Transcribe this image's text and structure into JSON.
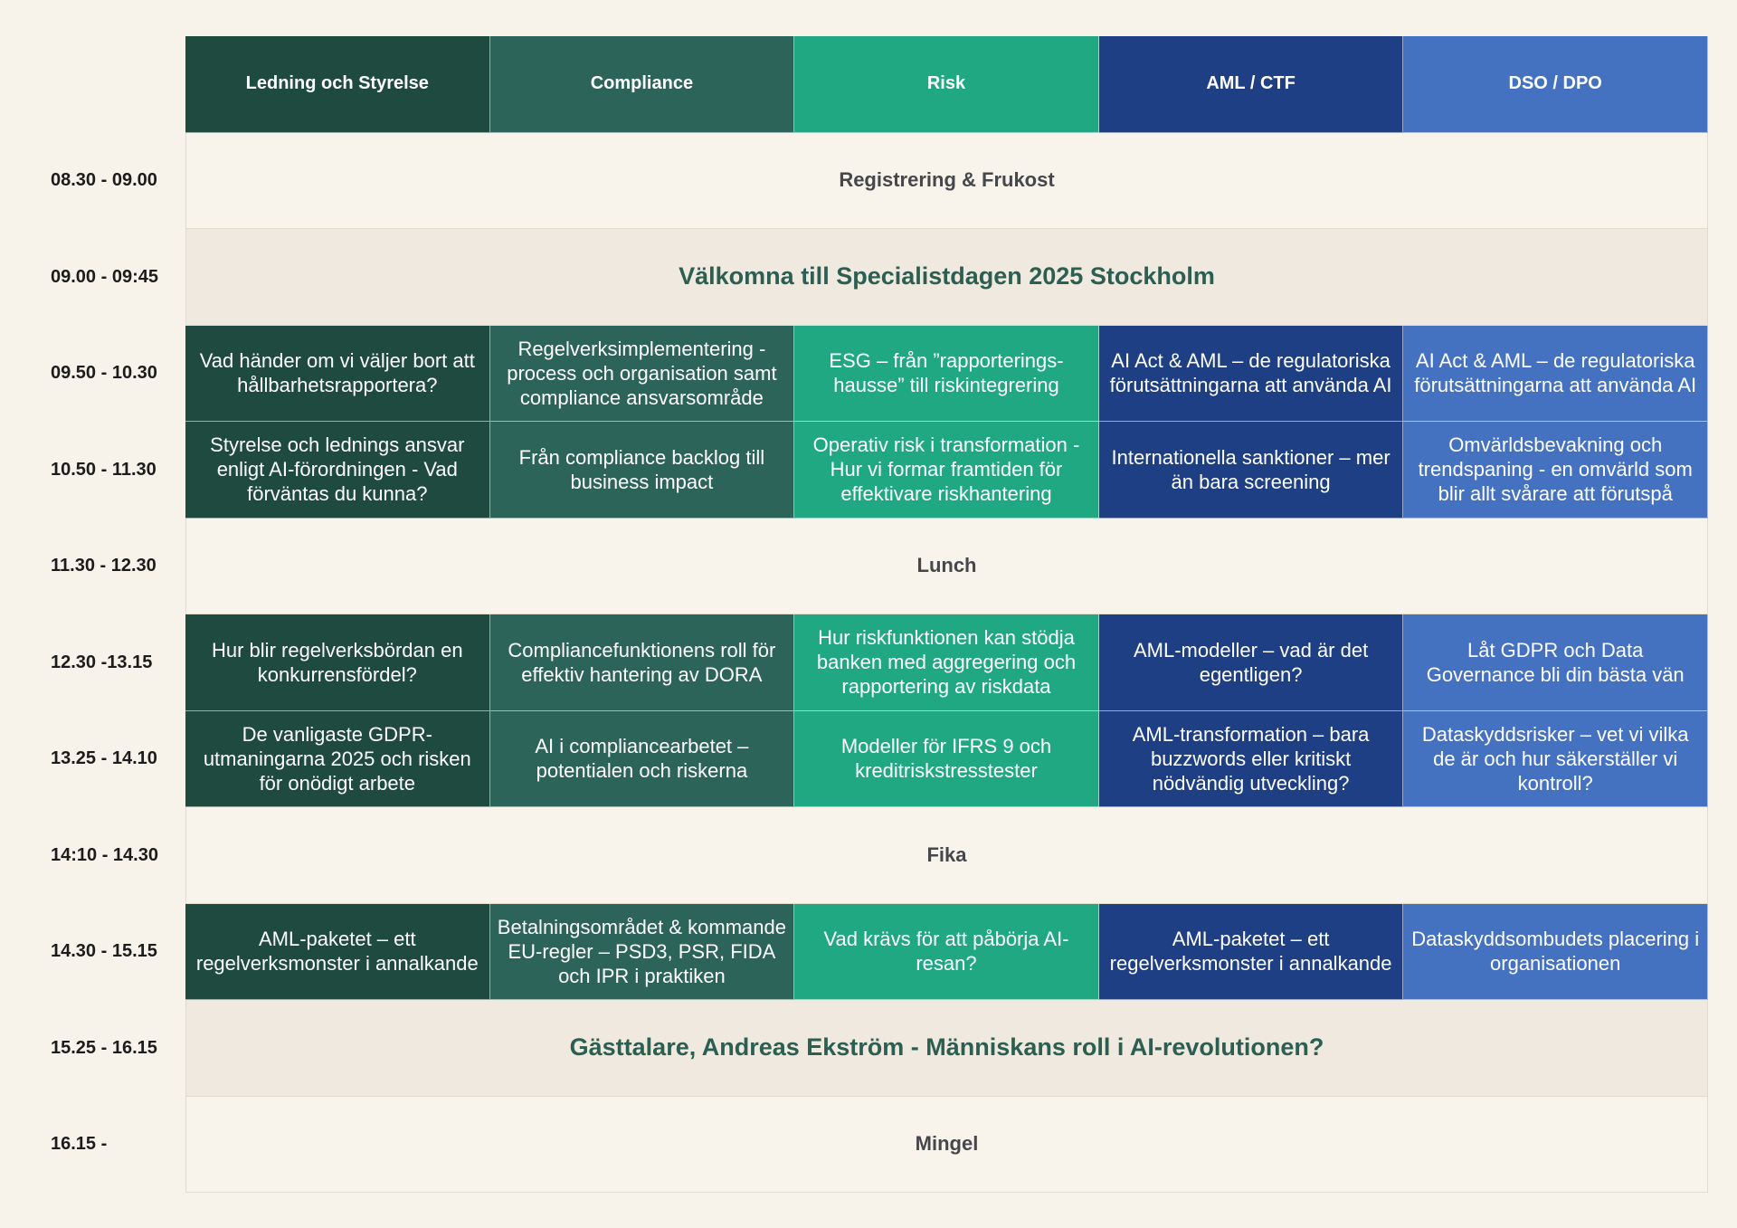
{
  "columns": [
    "Ledning och Styrelse",
    "Compliance",
    "Risk",
    "AML / CTF",
    "DSO / DPO"
  ],
  "colors": {
    "ledning": "#1f4a40",
    "compliance": "#2c6459",
    "risk": "#20a883",
    "aml": "#1e3f83",
    "dso": "#4572c0",
    "background": "#f7f2ea",
    "highlight_text": "#2c5e51"
  },
  "times": [
    "08.30 - 09.00",
    "09.00 - 09:45",
    "09.50 - 10.30",
    "10.50 - 11.30",
    "11.30 - 12.30",
    "12.30 -13.15",
    "13.25 - 14.10",
    "14:10 - 14.30",
    "14.30 - 15.15",
    "15.25 - 16.15",
    "16.15 -"
  ],
  "slots": {
    "registrering": "Registrering & Frukost",
    "valkomna": "Välkomna till Specialistdagen 2025 Stockholm",
    "lunch": "Lunch",
    "fika": "Fika",
    "gasttalare": "Gästtalare, Andreas Ekström - Människans roll i AI-revolutionen?",
    "mingel": "Mingel"
  },
  "sessions": {
    "s0950": [
      "Vad händer om vi väljer bort att hållbarhetsrapportera?",
      "Regelverksimplementering - process och organisation samt compliance ansvarsområde",
      "ESG – från ”rapporterings-hausse” till riskintegrering",
      "AI Act & AML – de regulatoriska förutsättningarna att använda AI",
      "AI Act & AML – de regulatoriska förutsättningarna att använda AI"
    ],
    "s1050": [
      "Styrelse och lednings ansvar enligt AI-förordningen - Vad förväntas du kunna?",
      "Från compliance backlog till business impact",
      "Operativ risk i transformation - Hur vi formar framtiden för effektivare riskhantering",
      "Internationella sanktioner – mer än bara screening",
      "Omvärldsbevakning och trendspaning - en omvärld som blir allt svårare att förutspå"
    ],
    "s1230": [
      "Hur blir regelverksbördan en konkurrensfördel?",
      "Compliancefunktionens roll för effektiv hantering av DORA",
      "Hur riskfunktionen kan stödja banken med aggregering och rapportering av riskdata",
      "AML-modeller – vad är det egentligen?",
      "Låt GDPR och Data Governance bli din bästa vän"
    ],
    "s1325": [
      "De vanligaste GDPR-utmaningarna 2025 och risken för onödigt arbete",
      "AI i compliancearbetet – potentialen och riskerna",
      "Modeller för IFRS 9 och kreditriskstresstester",
      "AML-transformation – bara buzzwords eller kritiskt nödvändig utveckling?",
      "Dataskyddsrisker – vet vi vilka de är och hur säkerställer vi kontroll?"
    ],
    "s1430": [
      "AML-paketet – ett regelverksmonster i annalkande",
      "Betalningsområdet & kommande EU-regler – PSD3, PSR, FIDA och IPR i praktiken",
      "Vad krävs för att påbörja AI- resan?",
      "AML-paketet – ett regelverksmonster i annalkande",
      "Dataskyddsombudets placering i organisationen"
    ]
  }
}
